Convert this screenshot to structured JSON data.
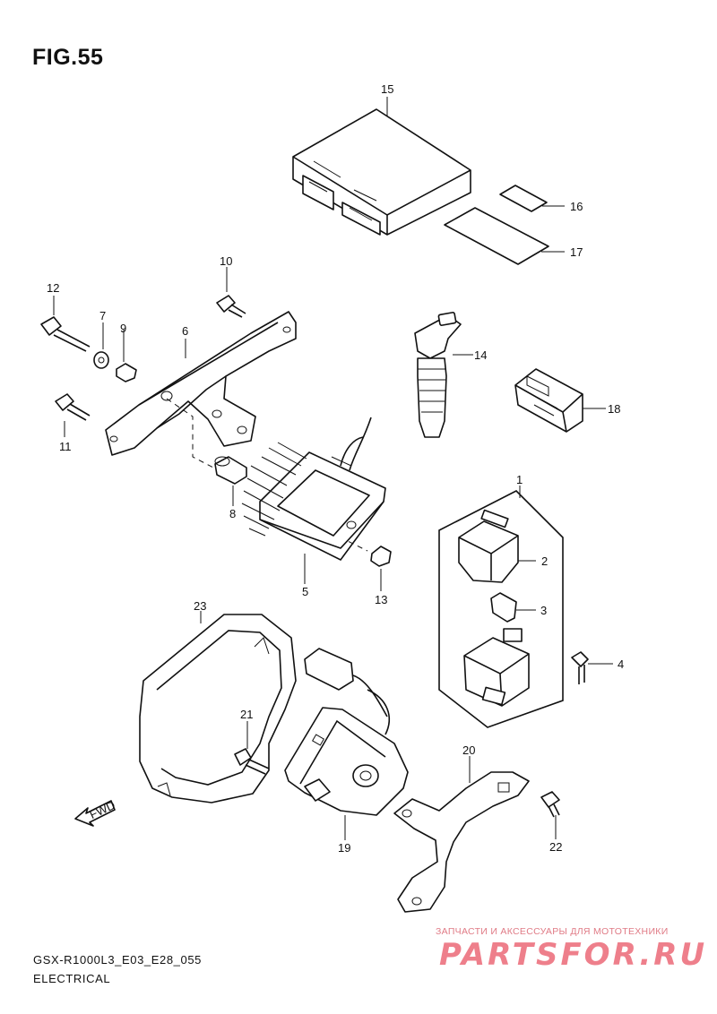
{
  "figure": {
    "title": "FIG.55"
  },
  "callouts": [
    {
      "id": "1",
      "text": "1"
    },
    {
      "id": "2",
      "text": "2"
    },
    {
      "id": "3",
      "text": "3"
    },
    {
      "id": "4",
      "text": "4"
    },
    {
      "id": "5",
      "text": "5"
    },
    {
      "id": "6",
      "text": "6"
    },
    {
      "id": "7",
      "text": "7"
    },
    {
      "id": "8",
      "text": "8"
    },
    {
      "id": "9",
      "text": "9"
    },
    {
      "id": "10",
      "text": "10"
    },
    {
      "id": "11",
      "text": "11"
    },
    {
      "id": "12",
      "text": "12"
    },
    {
      "id": "13",
      "text": "13"
    },
    {
      "id": "14",
      "text": "14"
    },
    {
      "id": "15",
      "text": "15"
    },
    {
      "id": "16",
      "text": "16"
    },
    {
      "id": "17",
      "text": "17"
    },
    {
      "id": "18",
      "text": "18"
    },
    {
      "id": "19",
      "text": "19"
    },
    {
      "id": "20",
      "text": "20"
    },
    {
      "id": "21",
      "text": "21"
    },
    {
      "id": "22",
      "text": "22"
    },
    {
      "id": "23",
      "text": "23"
    }
  ],
  "direction_arrow": {
    "text": "FWD"
  },
  "footer": {
    "model_code": "GSX-R1000L3_E03_E28_055",
    "section": "ELECTRICAL"
  },
  "watermark": {
    "tagline": "ЗАПЧАСТИ И АКСЕССУАРЫ ДЛЯ МОТОТЕХНИКИ",
    "site": "PARTSFOR.RU"
  }
}
